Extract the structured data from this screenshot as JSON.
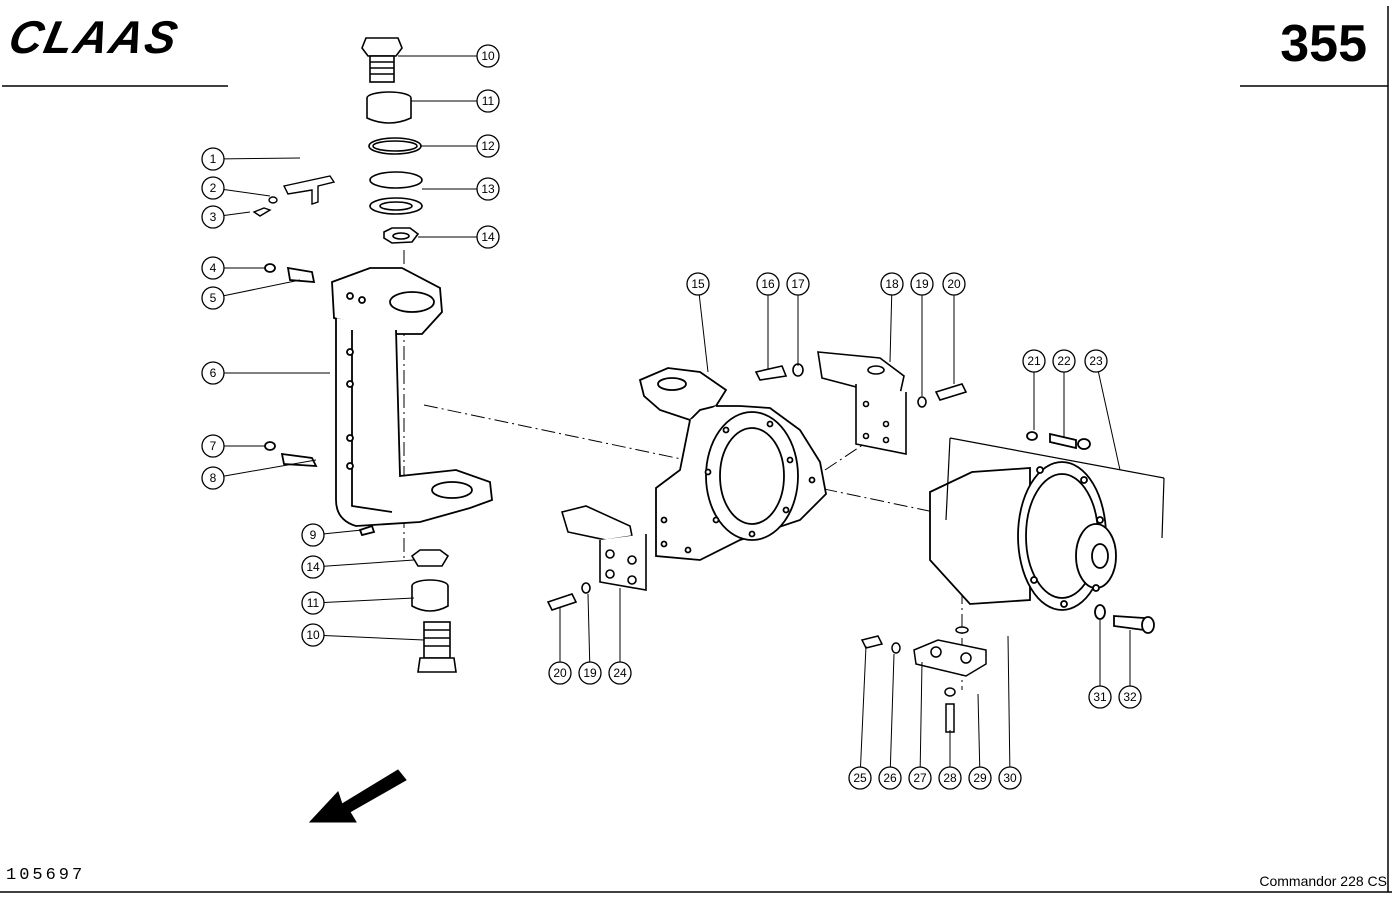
{
  "header": {
    "brand": "CLAAS",
    "page_number": "355"
  },
  "footer": {
    "drawing_code": "105697",
    "model": "Commandor 228 CS"
  },
  "callouts": [
    "10",
    "11",
    "12",
    "13",
    "14",
    "1",
    "2",
    "3",
    "4",
    "5",
    "6",
    "7",
    "8",
    "9",
    "14",
    "11",
    "10",
    "15",
    "16",
    "17",
    "18",
    "19",
    "20",
    "21",
    "22",
    "23",
    "20",
    "19",
    "24",
    "25",
    "26",
    "27",
    "28",
    "29",
    "30",
    "31",
    "32"
  ]
}
